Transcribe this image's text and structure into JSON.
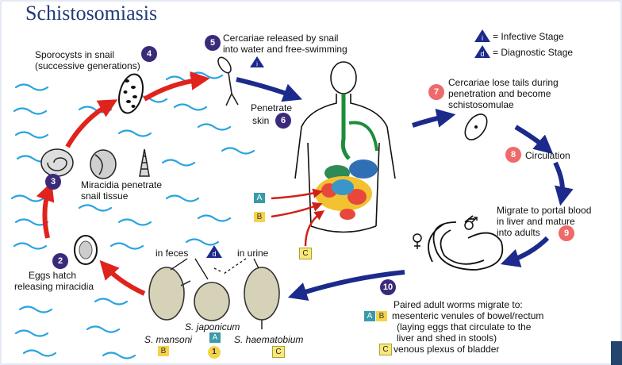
{
  "title": "Schistosomiasis",
  "legend": {
    "infective_symbol": "i",
    "infective_label": "= Infective Stage",
    "diagnostic_symbol": "d",
    "diagnostic_label": "= Diagnostic Stage"
  },
  "stages": {
    "s1_num": "1",
    "s2_num": "2",
    "s2_text1": "Eggs hatch",
    "s2_text2": "releasing miracidia",
    "s3_num": "3",
    "s3_text1": "Miracidia penetrate",
    "s3_text2": "snail tissue",
    "s4_num": "4",
    "s4_text1": "Sporocysts in snail",
    "s4_text2": "(successive generations)",
    "s5_num": "5",
    "s5_text1": "Cercariae released by snail",
    "s5_text2": "into water and free-swimming",
    "s5_symbol": "i",
    "s6_num": "6",
    "s6_text1": "Penetrate",
    "s6_text2": "skin",
    "s7_num": "7",
    "s7_text1": "Cercariae lose tails during",
    "s7_text2": "penetration and become",
    "s7_text3": "schistosomulae",
    "s8_num": "8",
    "s8_text": "Circulation",
    "s9_num": "9",
    "s9_text1": "Migrate to portal blood",
    "s9_text2": "in liver and mature",
    "s9_text3": "into adults",
    "s10_num": "10",
    "s10_text1": "Paired adult worms migrate to:",
    "s10_text2": "mesenteric venules of bowel/rectum",
    "s10_text3": "(laying eggs that circulate to the",
    "s10_text4": "liver and shed in stools)",
    "s10_text5": "venous plexus of bladder"
  },
  "eggs": {
    "in_feces": "in feces",
    "in_urine": "in urine",
    "diag_symbol": "d",
    "mansoni": "S. mansoni",
    "japonicum": "S. japonicum",
    "haematobium": "S. haematobium"
  },
  "badges": {
    "a": "A",
    "b": "B",
    "c": "C"
  },
  "colors": {
    "title": "#223a78",
    "stage_dark": "#3b2a7a",
    "stage_pink": "#ef6a6a",
    "arrow_blue": "#1c2a8c",
    "arrow_red": "#e0231c",
    "water": "#29a3e0"
  }
}
